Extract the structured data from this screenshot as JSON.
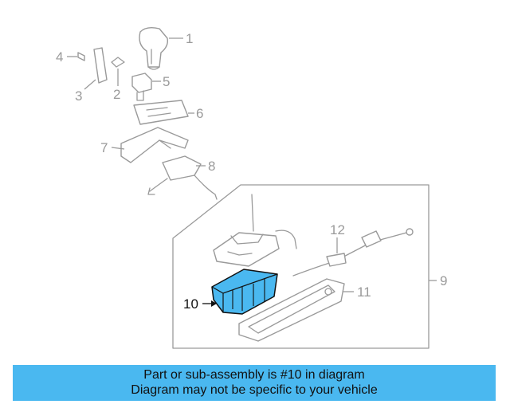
{
  "callouts": {
    "c1": "1",
    "c2": "2",
    "c3": "3",
    "c4": "4",
    "c5": "5",
    "c6": "6",
    "c7": "7",
    "c8": "8",
    "c9": "9",
    "c10": "10",
    "c11": "11",
    "c12": "12"
  },
  "highlighted_part": "10",
  "banner": {
    "line1": "Part or sub-assembly is #10 in diagram",
    "line2": "Diagram may not be specific to your vehicle"
  },
  "colors": {
    "highlight_fill": "#4ab8f0",
    "banner_bg": "#4ab8f0",
    "line_gray": "#9a9a9a",
    "text_dark": "#111111"
  }
}
